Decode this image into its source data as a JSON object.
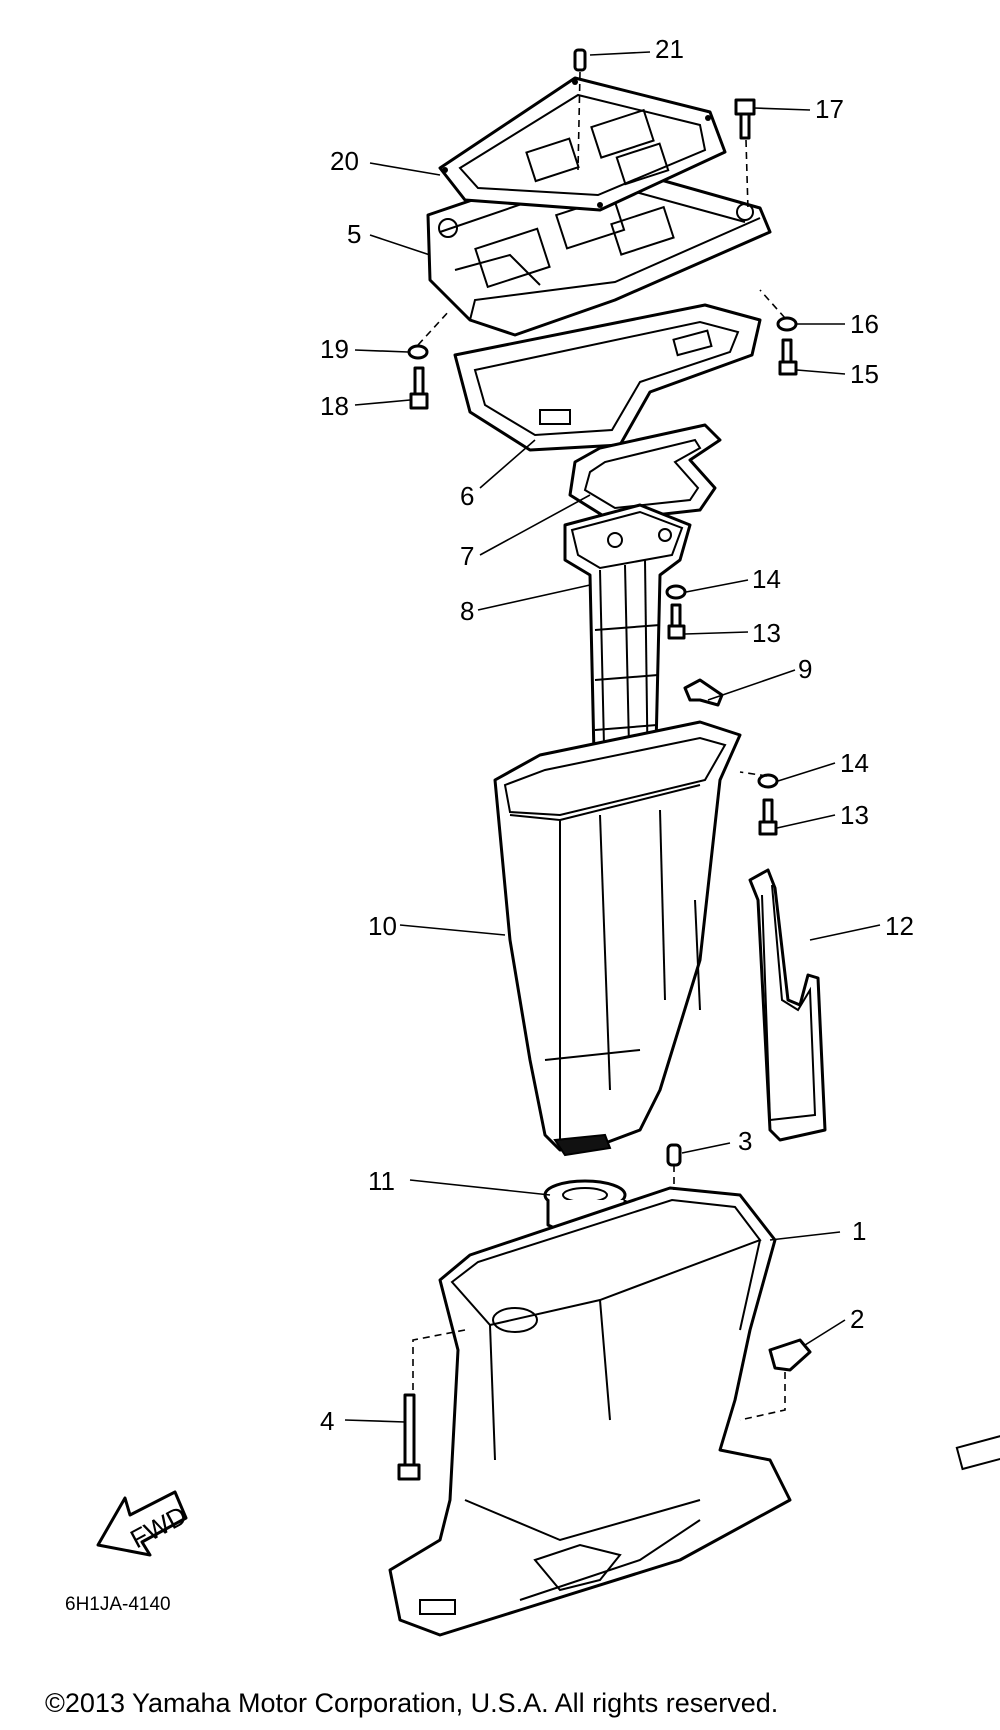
{
  "diagram": {
    "code": "6H1JA-4140",
    "fwd_label": "FWD",
    "copyright": "©2013 Yamaha Motor Corporation, U.S.A. All rights reserved.",
    "callouts": [
      "21",
      "17",
      "20",
      "5",
      "16",
      "19",
      "15",
      "18",
      "6",
      "7",
      "14",
      "8",
      "13",
      "9",
      "14",
      "13",
      "12",
      "10",
      "3",
      "11",
      "1",
      "2",
      "4"
    ]
  }
}
